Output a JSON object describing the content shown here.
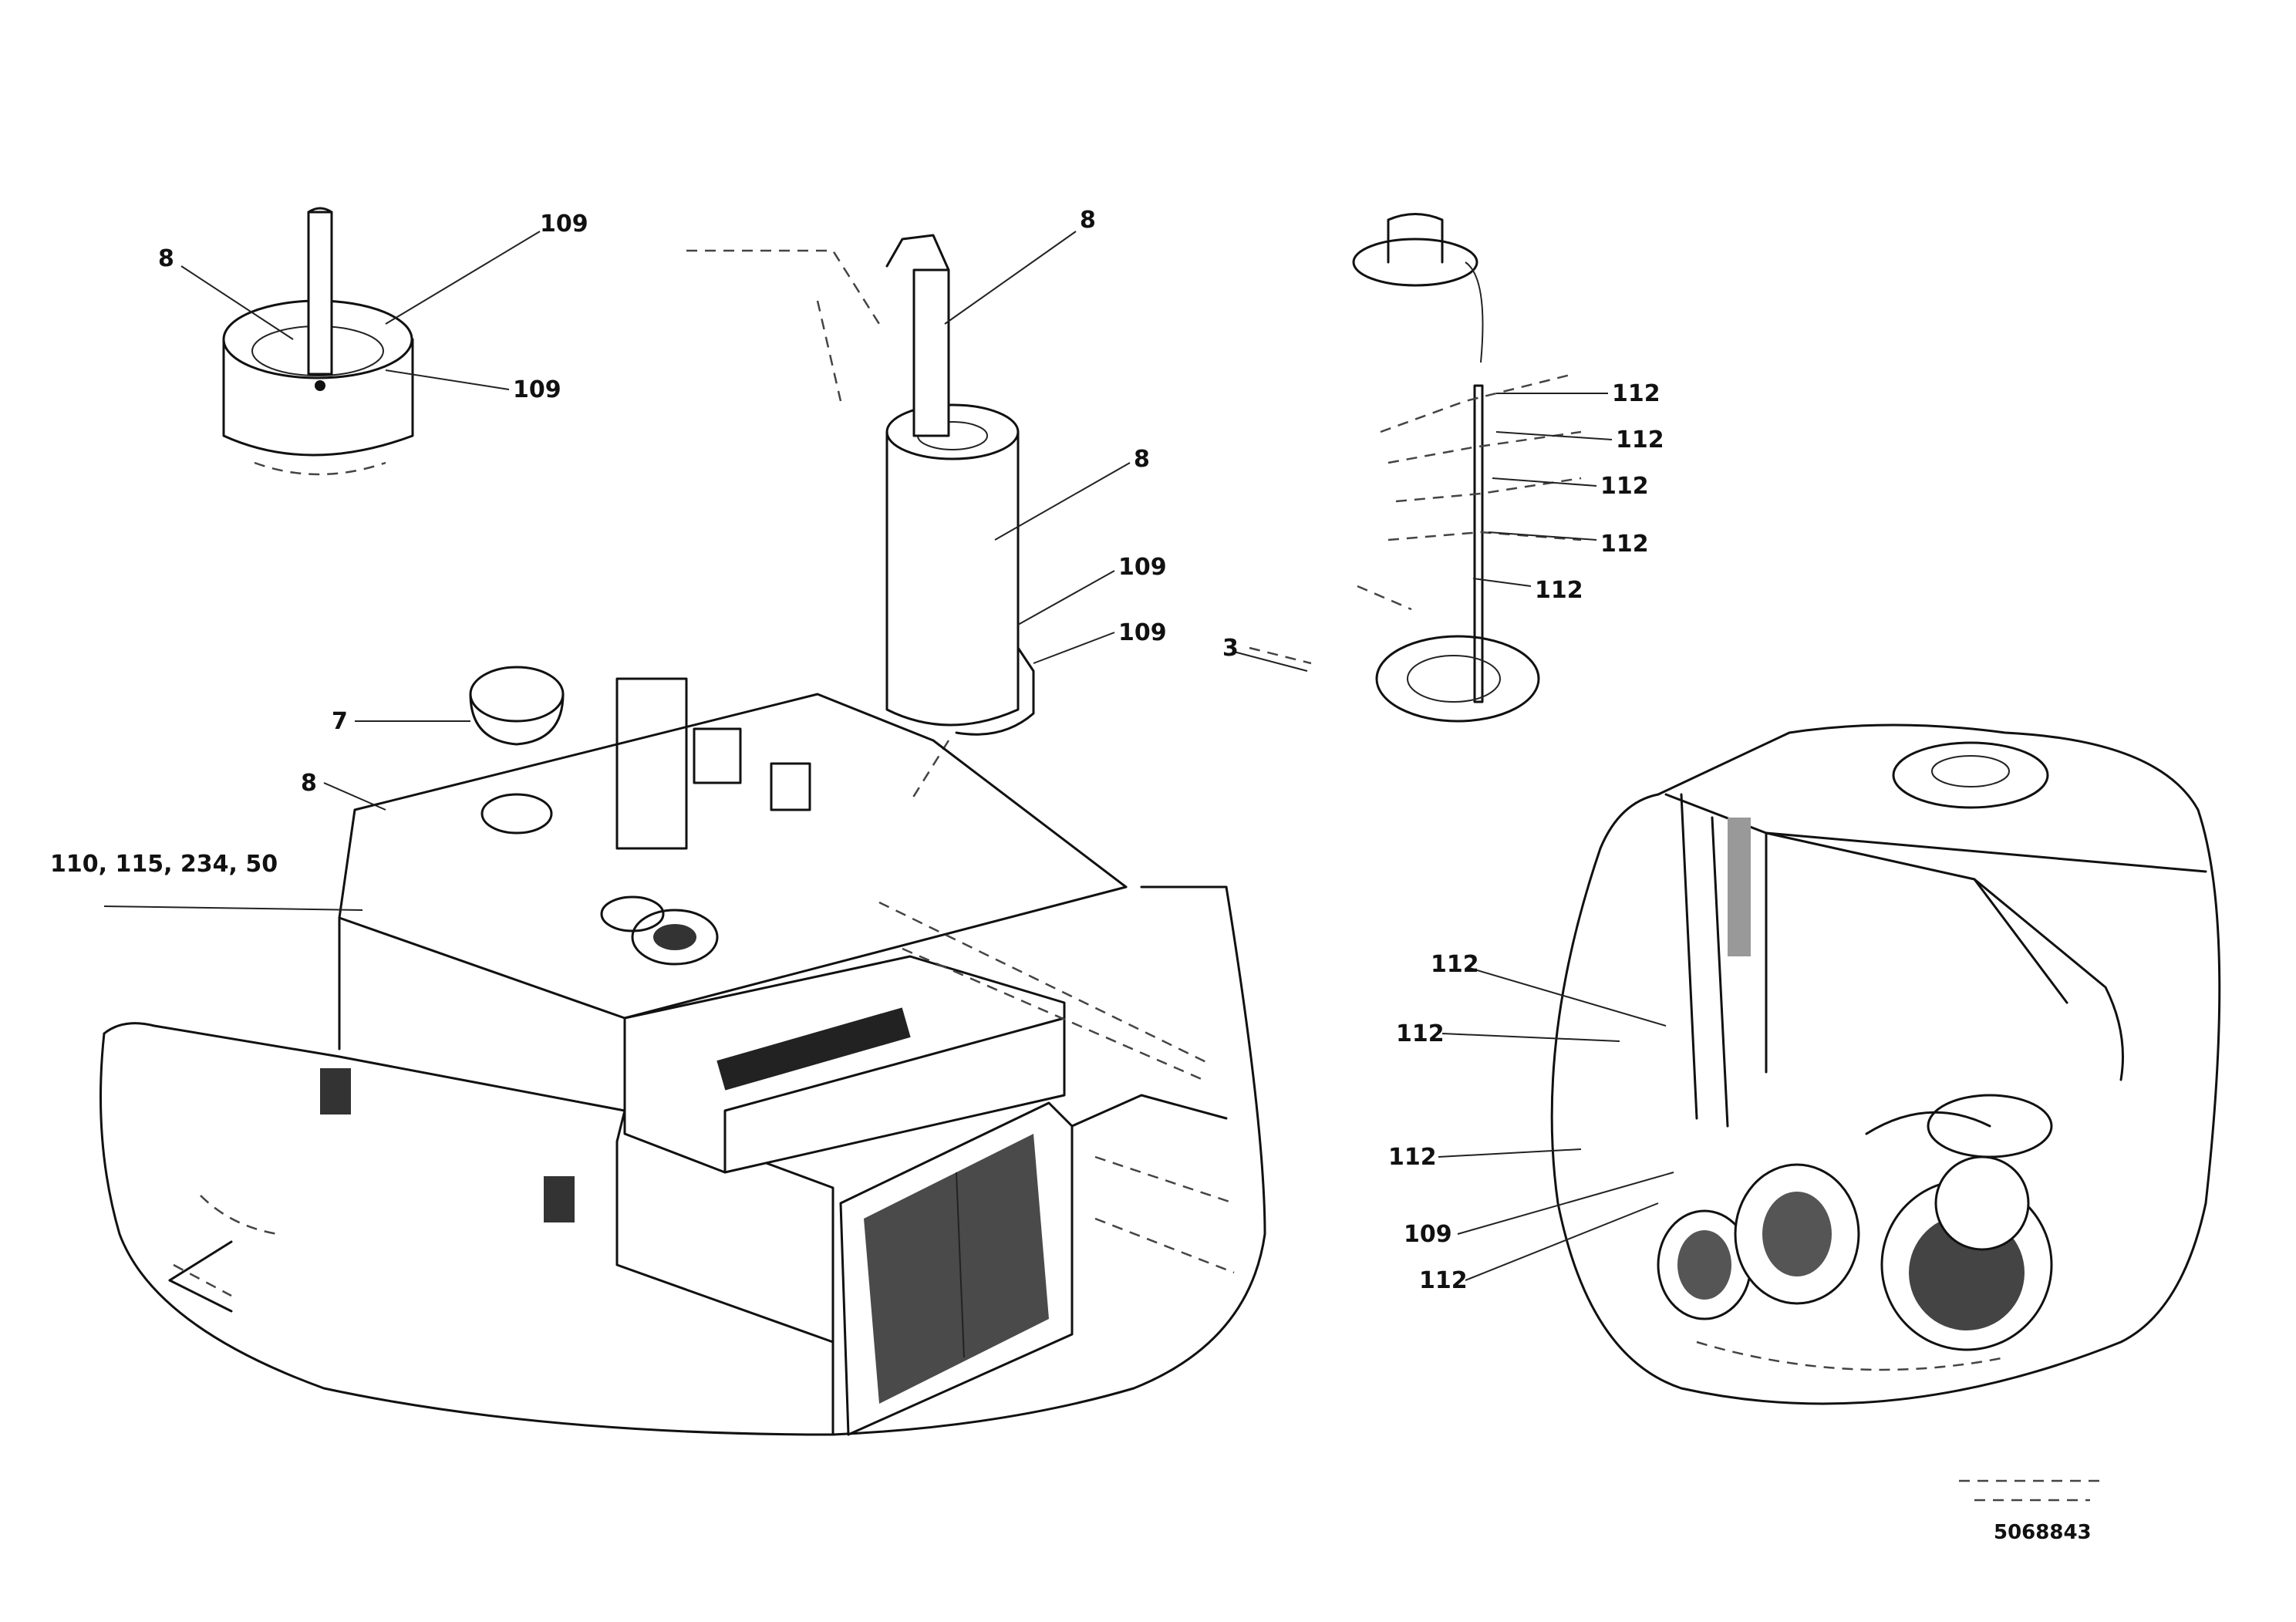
{
  "callouts": [
    "8",
    "109",
    "109",
    "8",
    "8",
    "109",
    "109",
    "3",
    "112",
    "112",
    "112",
    "112",
    "112",
    "7",
    "8",
    "110, 115, 234, 50",
    "112",
    "112",
    "112",
    "109",
    "112"
  ],
  "footer": {
    "line1": "",
    "line2": "",
    "code": "5068843"
  }
}
